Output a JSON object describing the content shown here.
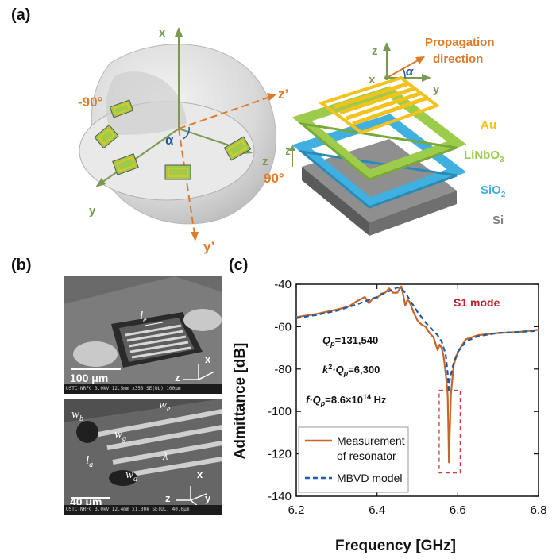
{
  "panels": {
    "a": "(a)",
    "b": "(b)",
    "c": "(c)"
  },
  "panel_a": {
    "sphere_axes": {
      "x": "x",
      "y": "y",
      "z": "z",
      "z_prime": "z’",
      "y_prime": "y’"
    },
    "angle_alpha": "α",
    "angle_neg90": "-90°",
    "angle_pos90": "90°",
    "propagation": {
      "line1": "Propagation",
      "line2": "direction",
      "z": "z",
      "x": "x",
      "y": "y",
      "alpha": "α"
    },
    "stack_z": "z",
    "layers": {
      "au": "Au",
      "linbo3": "LiNbO",
      "linbo3_sub": "3",
      "sio2": "SiO",
      "sio2_sub": "2",
      "si": "Si"
    }
  },
  "panel_b": {
    "top": {
      "scale": "100 μm",
      "dim_le": "l",
      "dim_le_sub": "e",
      "axis_x": "x",
      "axis_z": "z",
      "infobar": "USTC-NRFC 3.0kV 12.5mm x350 SE(UL)                100μm"
    },
    "bottom": {
      "scale": "40 μm",
      "wb": "w",
      "wb_sub": "b",
      "we": "w",
      "we_sub": "e",
      "wg": "w",
      "wg_sub": "g",
      "la": "l",
      "la_sub": "a",
      "wa": "w",
      "wa_sub": "a",
      "lambda": "λ",
      "axis_x": "x",
      "axis_y": "y",
      "axis_z": "z",
      "infobar": "USTC-NRFC 3.0kV 12.4mm x1.30k SE(UL)               40.0μm"
    }
  },
  "colors": {
    "measurement": "#c8642a",
    "model": "#1f5aa6",
    "mode_text": "#c0202a",
    "box": "#d13a3a",
    "au": "#f2c21d",
    "linbo3": "#9ccc4a",
    "sio2": "#3fb0e0",
    "si": "#808080",
    "orange": "#e07a28",
    "axis_green": "#7a9a54"
  },
  "chart_data": {
    "type": "line",
    "xlabel": "Frequency [GHz]",
    "ylabel": "Admittance [dB]",
    "xlim": [
      6.2,
      6.8
    ],
    "ylim": [
      -140,
      -40
    ],
    "xticks": [
      6.2,
      6.4,
      6.6,
      6.8
    ],
    "yticks": [
      -140,
      -120,
      -100,
      -80,
      -60,
      -40
    ],
    "xtick_labels": [
      "6.2",
      "6.4",
      "6.6",
      "6.8"
    ],
    "ytick_labels": [
      "-140",
      "-120",
      "-100",
      "-80",
      "-60",
      "-40"
    ],
    "grid": false,
    "legend": {
      "placement": "bottom-left",
      "entries": [
        {
          "line1": "Measurement",
          "line2": "of resonator"
        },
        {
          "line1": "MBVD model",
          "line2": ""
        }
      ]
    },
    "annotations": {
      "mode": "S1 mode",
      "qp": {
        "sym": "Q",
        "sub": "p",
        "value": "=131,540"
      },
      "k2qp": {
        "k": "k",
        "sup": "2",
        "mid": "·Q",
        "sub": "p",
        "value": "=6,300"
      },
      "fqp": {
        "f": "f·Q",
        "sub": "p",
        "value1": "=8.6×10",
        "sup": "14",
        "value2": " Hz"
      }
    },
    "highlight_box": {
      "x": [
        6.554,
        6.606
      ],
      "y": [
        -129,
        -90
      ]
    },
    "series": [
      {
        "name": "Measurement of resonator",
        "style": "solid",
        "x": [
          6.2,
          6.25,
          6.3,
          6.33,
          6.35,
          6.37,
          6.38,
          6.39,
          6.4,
          6.41,
          6.42,
          6.43,
          6.44,
          6.45,
          6.46,
          6.465,
          6.47,
          6.475,
          6.48,
          6.49,
          6.5,
          6.51,
          6.52,
          6.53,
          6.54,
          6.55,
          6.555,
          6.56,
          6.565,
          6.57,
          6.575,
          6.577,
          6.578,
          6.58,
          6.583,
          6.59,
          6.6,
          6.62,
          6.65,
          6.7,
          6.75,
          6.8
        ],
        "y": [
          -55.5,
          -54,
          -52,
          -50.5,
          -48,
          -46,
          -49,
          -46.5,
          -46.5,
          -44.5,
          -44,
          -42,
          -44,
          -44,
          -41,
          -45,
          -50,
          -47.5,
          -48,
          -53,
          -57,
          -59,
          -60,
          -63,
          -65,
          -71,
          -68.5,
          -70,
          -74,
          -82,
          -92,
          -110,
          -124,
          -110,
          -92,
          -78,
          -72,
          -66,
          -64,
          -63,
          -62.5,
          -61.5
        ]
      },
      {
        "name": "MBVD model",
        "style": "dashed",
        "x": [
          6.2,
          6.25,
          6.3,
          6.35,
          6.4,
          6.42,
          6.44,
          6.45,
          6.46,
          6.47,
          6.48,
          6.5,
          6.52,
          6.54,
          6.55,
          6.56,
          6.57,
          6.575,
          6.578,
          6.58,
          6.59,
          6.6,
          6.62,
          6.65,
          6.7,
          6.75,
          6.8
        ],
        "y": [
          -56,
          -54.5,
          -52.5,
          -49.5,
          -46,
          -44,
          -42.5,
          -41.5,
          -42,
          -44,
          -47,
          -53,
          -58,
          -62,
          -64,
          -67,
          -73,
          -82,
          -91,
          -85,
          -77,
          -72,
          -67,
          -64.5,
          -63,
          -62.5,
          -62
        ]
      }
    ]
  }
}
